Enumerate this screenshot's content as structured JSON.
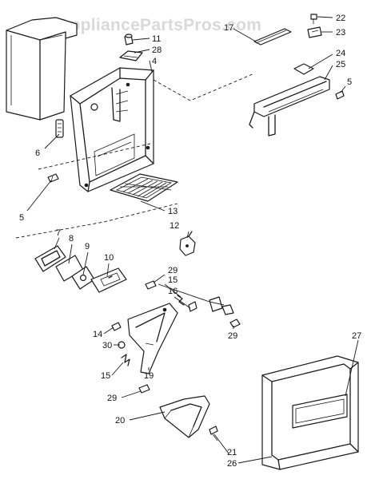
{
  "watermark": "AppliancePartsPros.com",
  "callouts": {
    "c11": "11",
    "c28": "28",
    "c4": "4",
    "c6": "6",
    "c5a": "5",
    "c13": "13",
    "c12": "12",
    "c22": "22",
    "c23": "23",
    "c17": "17",
    "c24": "24",
    "c25": "25",
    "c5b": "5",
    "c7": "7",
    "c8": "8",
    "c9": "9",
    "c10": "10",
    "c29a": "29",
    "c15a": "15",
    "c16": "16",
    "c29b": "29",
    "c14": "14",
    "c30": "30",
    "c15b": "15",
    "c19": "19",
    "c29c": "29",
    "c20": "20",
    "c27": "27",
    "c21": "21",
    "c26": "26"
  }
}
